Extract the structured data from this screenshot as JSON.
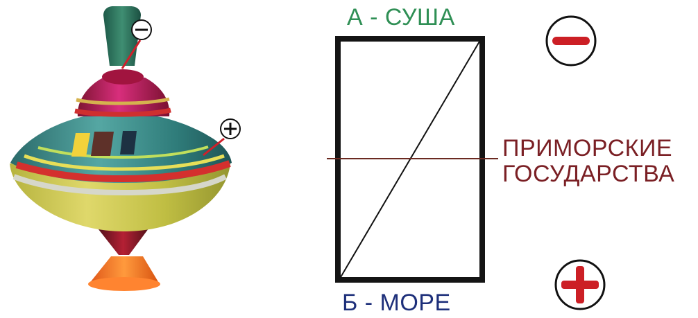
{
  "diagram": {
    "top_label": "А - СУША",
    "bottom_label": "Б - МОРЕ",
    "side_label_line1": "ПРИМОРСКИЕ",
    "side_label_line2": "ГОСУДАРСТВА",
    "minus_icon": "minus-circle-icon",
    "plus_icon": "plus-circle-icon"
  },
  "colors": {
    "top_label": "#2f8f55",
    "bottom_label": "#1d2f7a",
    "side_label": "#7a1f24",
    "sign_red": "#cc1f25",
    "box_frame": "#141414"
  }
}
